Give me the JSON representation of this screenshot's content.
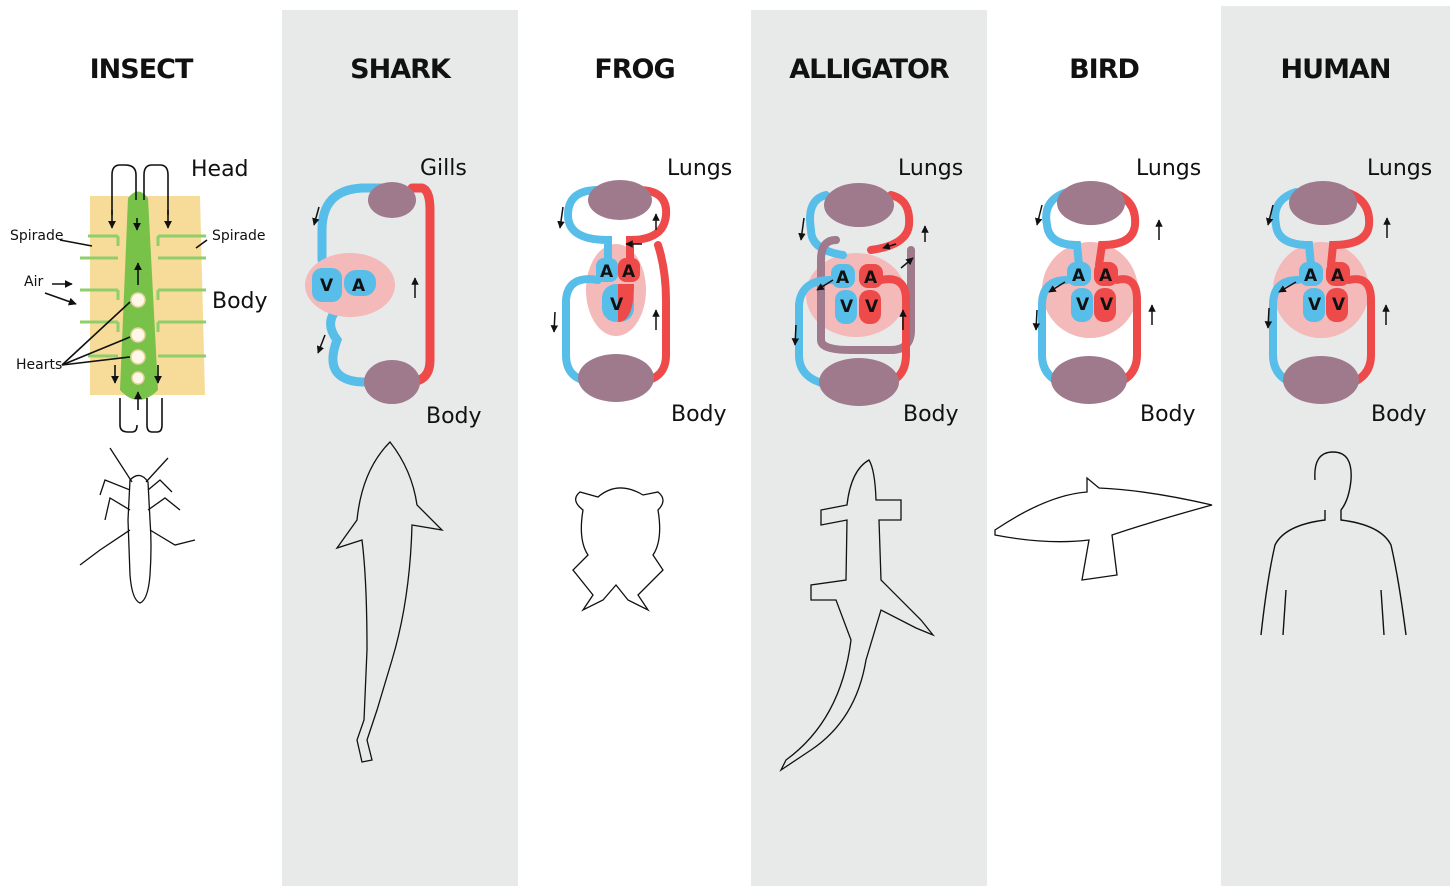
{
  "columns": [
    {
      "title": "INSECT",
      "top_label": "Head",
      "bottom_label": "Body"
    },
    {
      "title": "SHARK",
      "top_label": "Gills",
      "bottom_label": "Body"
    },
    {
      "title": "FROG",
      "top_label": "Lungs",
      "bottom_label": "Body"
    },
    {
      "title": "ALLIGATOR",
      "top_label": "Lungs",
      "bottom_label": "Body"
    },
    {
      "title": "BIRD",
      "top_label": "Lungs",
      "bottom_label": "Body"
    },
    {
      "title": "HUMAN",
      "top_label": "Lungs",
      "bottom_label": "Body"
    }
  ],
  "insect_labels": {
    "spirade_left": "Spirade",
    "spirade_right": "Spirade",
    "air": "Air",
    "hearts": "Hearts"
  },
  "heart_letters": {
    "atrium": "A",
    "ventricle": "V"
  },
  "colors": {
    "deoxygenated": "#57bde9",
    "oxygenated": "#ee4a4a",
    "capillary": "#9e7a8c",
    "heart_halo": "#f4b9b9",
    "insect_body": "#f6dc98",
    "insect_vessel": "#78c24a",
    "band": "#e8e9e9"
  }
}
